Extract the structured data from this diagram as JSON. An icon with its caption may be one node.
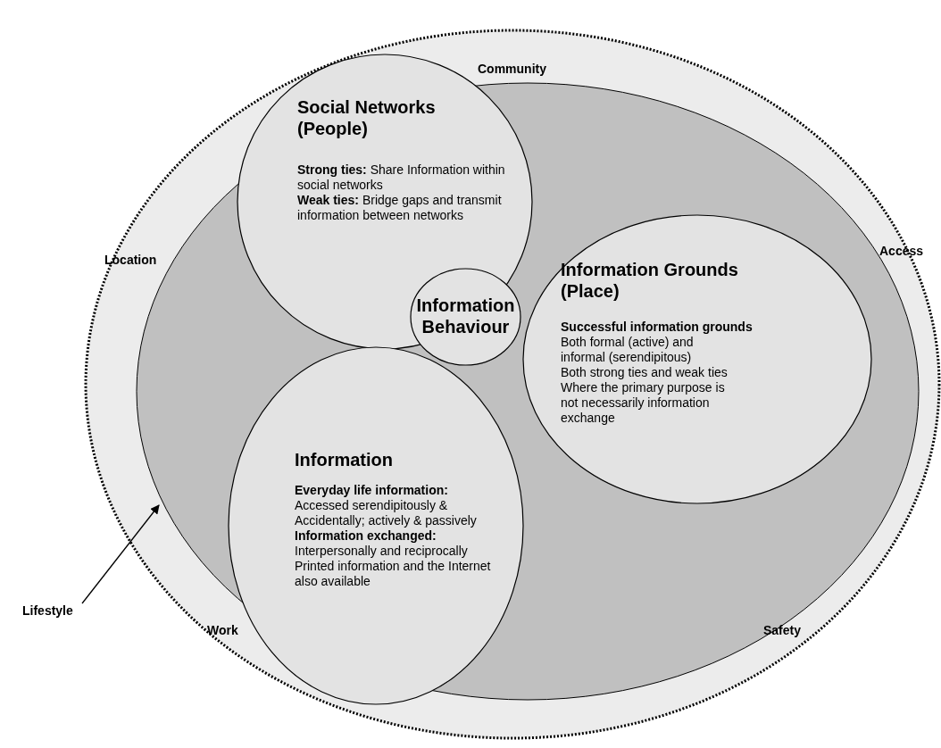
{
  "diagram": {
    "nodes": [
      {
        "text": [
          "Community",
          "Location",
          "Access",
          "Work",
          "Safety"
        ]
      },
      {
        "text": [],
        "shape": "ellipse",
        "in": 0
      },
      {
        "text": [
          "Social Networks (People)",
          "**Strong ties:** Share Information within social networks",
          "**Weak ties:** Bridge gaps and transmit information between networks"
        ],
        "in": 1
      },
      {
        "text": [
          "Information",
          "**Everyday life information:** Accessed serendipitously & Accidentally; actively & passively",
          "**Information exchanged:** Interpersonally and reciprocally",
          "Printed information and the Internet also available"
        ],
        "in": 1
      },
      {
        "text": [
          "Information Grounds (Place)",
          "Successful information grounds",
          "Both formal (active) and informal (serendipitous)",
          "Both strong ties and weak ties",
          "Where the primary purpose is not necessarily information exchange"
        ],
        "in": 1
      },
      {
        "text": [
          "Information Behaviour"
        ],
        "in": 1
      },
      {
        "text": [
          "Lifestyle"
        ]
      }
    ],
    "edges": [
      {
        "from": 6,
        "to": 1,
        "arrow": "to"
      }
    ]
  }
}
